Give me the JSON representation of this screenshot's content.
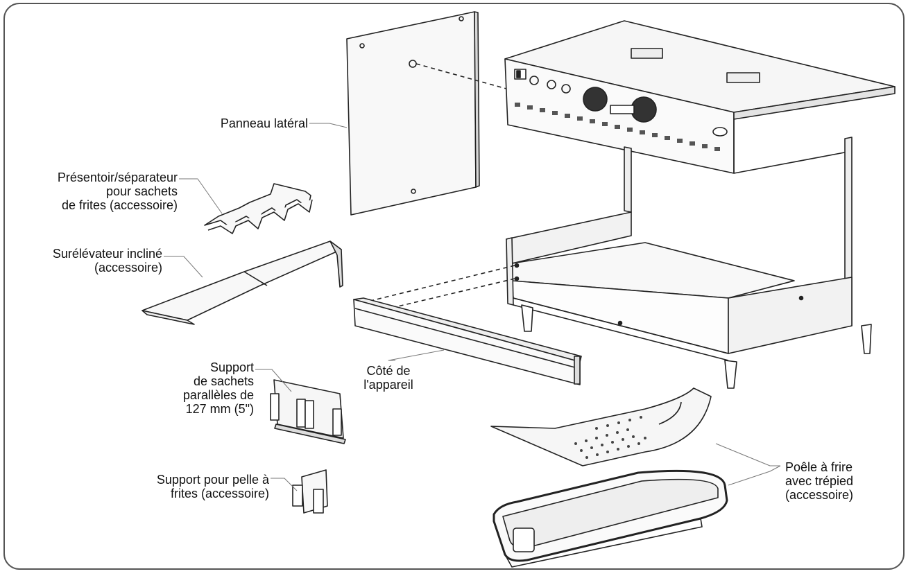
{
  "labels": {
    "side_panel": "Panneau latéral",
    "bag_display": "Présentoir/séparateur\npour sachets\nde frites (accessoire)",
    "incline_riser": "Surélévateur incliné\n(accessoire)",
    "unit_side": "Côté de\nl'appareil",
    "parallel_bag_holder": "Support\nde sachets\nparallèles de\n127 mm (5\")",
    "scoop_holder": "Support pour pelle à\nfrites (accessoire)",
    "fry_pan": "Poêle à frire\navec trépied\n(accessoire)"
  },
  "colors": {
    "line": "#222222",
    "frame": "#555555",
    "fill_light": "#f4f4f4",
    "fill_mid": "#e6e6e6"
  }
}
